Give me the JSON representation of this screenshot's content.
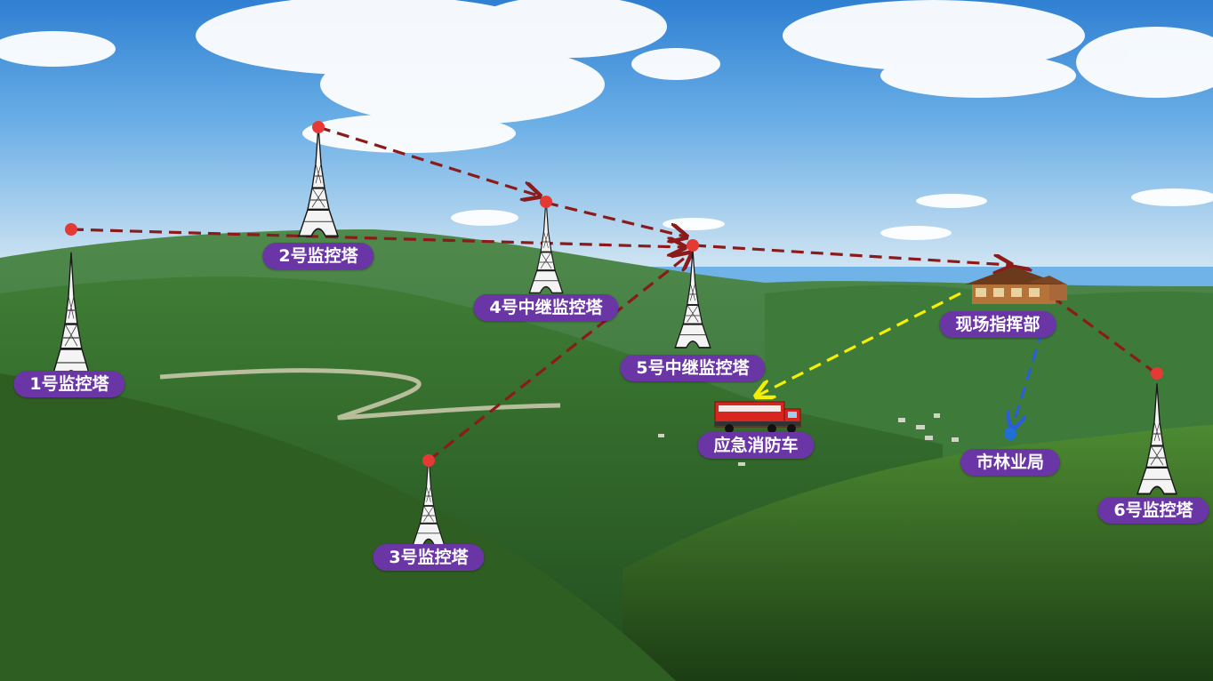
{
  "nodes": {
    "tower1": {
      "label": "1号监控塔"
    },
    "tower2": {
      "label": "2号监控塔"
    },
    "tower3": {
      "label": "3号监控塔"
    },
    "relay4": {
      "label": "4号中继监控塔"
    },
    "relay5": {
      "label": "5号中继监控塔"
    },
    "tower6": {
      "label": "6号监控塔"
    },
    "command": {
      "label": "现场指挥部"
    },
    "firetruck": {
      "label": "应急消防车"
    },
    "forestry": {
      "label": "市林业局"
    }
  },
  "colors": {
    "link_main": "#8b1a1a",
    "link_truck": "#f5f000",
    "link_forestry": "#2a5fd8",
    "node_dot": "#e53935",
    "forestry_dot": "#1f6fd6",
    "label_bg": "#6a35a5"
  },
  "icons": {
    "tower": "eiffel-tower-icon",
    "command": "wooden-house-icon",
    "truck": "fire-truck-icon"
  }
}
